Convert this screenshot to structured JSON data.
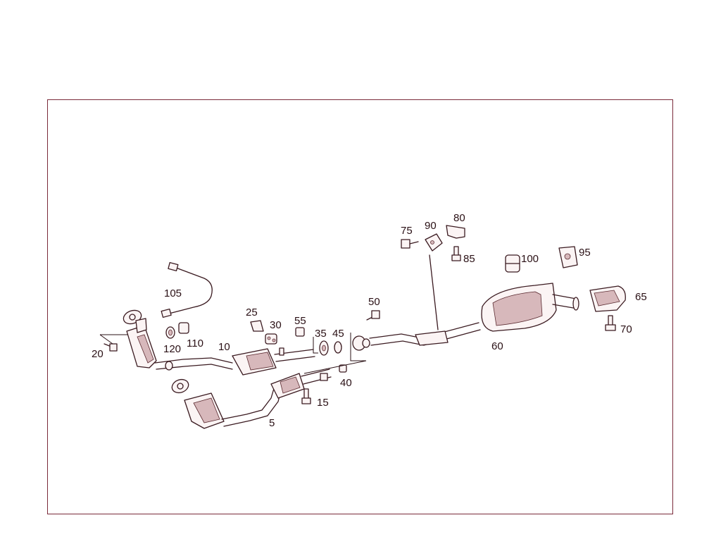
{
  "colors": {
    "frame": "#7a2a3a",
    "ink": "#3a1a20",
    "shade": "#d7b8bb"
  },
  "labels": {
    "p5": "5",
    "p10": "10",
    "p15": "15",
    "p20": "20",
    "p25": "25",
    "p30": "30",
    "p35": "35",
    "p40": "40",
    "p45": "45",
    "p50": "50",
    "p55": "55",
    "p60": "60",
    "p65": "65",
    "p70": "70",
    "p75": "75",
    "p80": "80",
    "p85": "85",
    "p90": "90",
    "p95": "95",
    "p100": "100",
    "p105": "105",
    "p110": "110",
    "p120": "120"
  }
}
